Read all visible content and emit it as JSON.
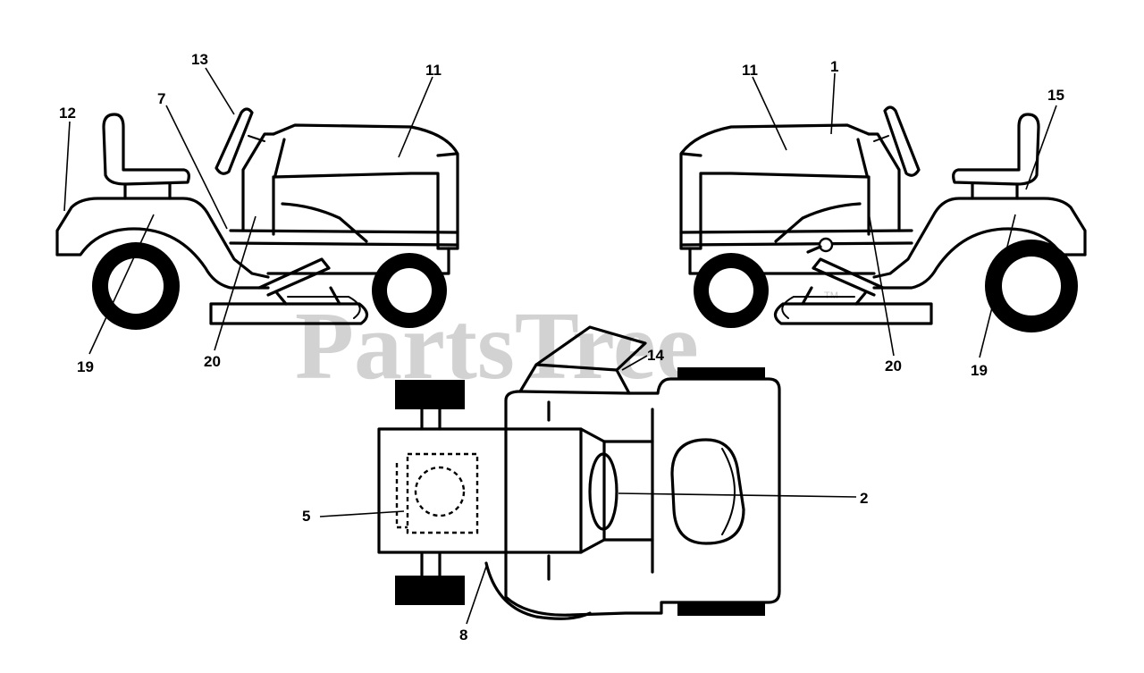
{
  "watermark": {
    "text": "PartsTree",
    "trademark": "TM"
  },
  "callouts": {
    "c1": "1",
    "c2": "2",
    "c5": "5",
    "c7": "7",
    "c8": "8",
    "c11_left": "11",
    "c11_right": "11",
    "c12": "12",
    "c13": "13",
    "c14": "14",
    "c15": "15",
    "c19_left": "19",
    "c19_right": "19",
    "c20_left": "20",
    "c20_right": "20"
  }
}
